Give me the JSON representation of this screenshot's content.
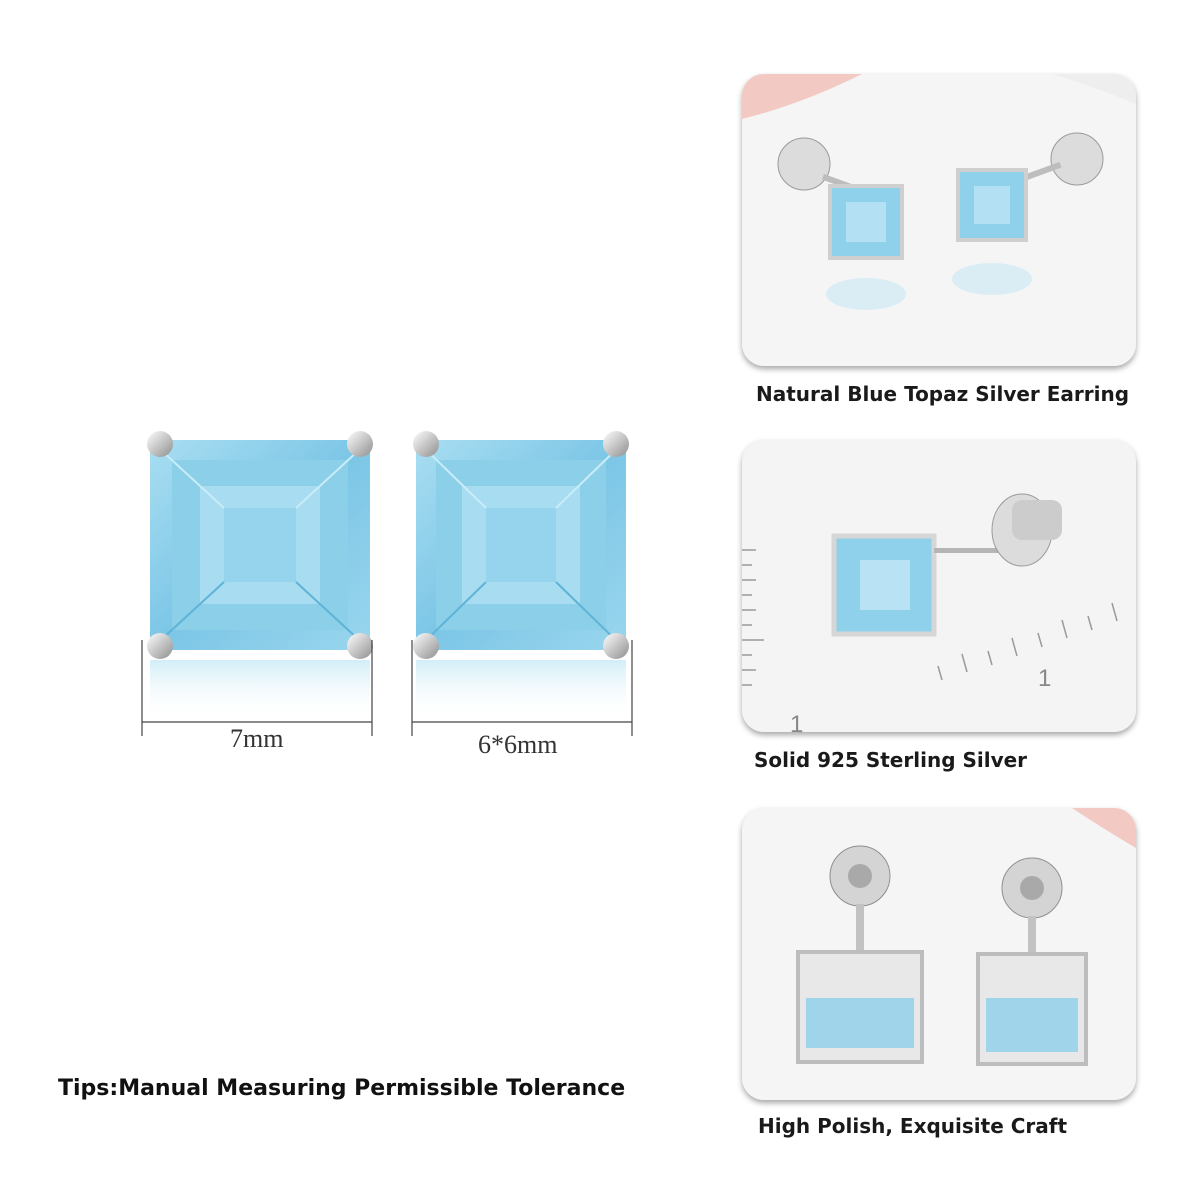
{
  "main": {
    "dimension_left": "7mm",
    "dimension_right": "6*6mm"
  },
  "panels": [
    {
      "caption": "Natural Blue Topaz Silver Earring"
    },
    {
      "caption": "Solid 925 Sterling Silver"
    },
    {
      "caption": "High Polish, Exquisite Craft"
    }
  ],
  "ruler": {
    "marks": [
      "1",
      "1"
    ]
  },
  "tips": "Tips:Manual Measuring Permissible Tolerance",
  "colors": {
    "topaz": "#8fd0ea",
    "topaz_dark": "#5fb3d6",
    "silver": "#d9d9d9",
    "blush": "#f3c9c4"
  }
}
